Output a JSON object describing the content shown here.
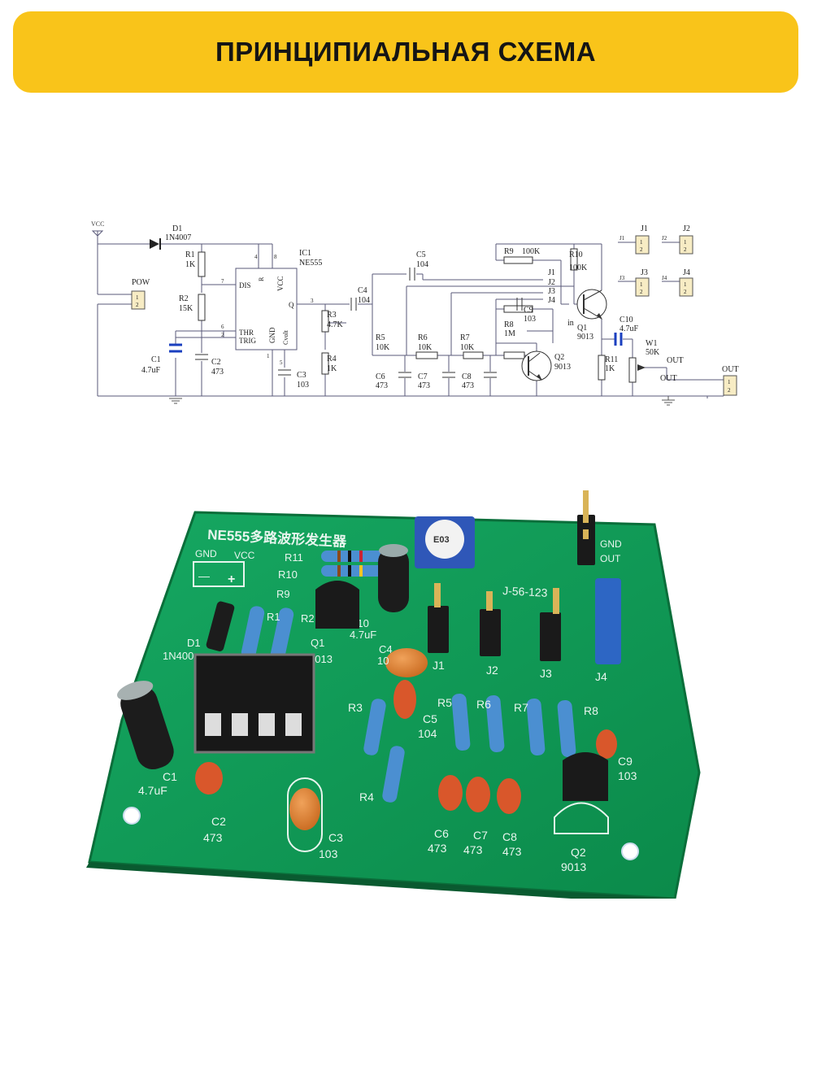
{
  "banner": {
    "title": "ПРИНЦИПИАЛЬНАЯ СХЕМА",
    "background": "#f9c41a"
  },
  "schematic": {
    "vcc": "VCC",
    "d1": {
      "ref": "D1",
      "value": "1N4007"
    },
    "pow": "POW",
    "r1": {
      "ref": "R1",
      "value": "1K"
    },
    "r2": {
      "ref": "R2",
      "value": "15K"
    },
    "c1": {
      "ref": "C1",
      "value": "4.7uF"
    },
    "c2": {
      "ref": "C2",
      "value": "473"
    },
    "ic1": {
      "ref": "IC1",
      "value": "NE555",
      "pins": {
        "dis": "DIS",
        "vcc": "VCC",
        "q": "Q",
        "thr": "THR",
        "trig": "TRIG",
        "gnd": "GND",
        "cvolt": "Cvolt",
        "r": "R"
      },
      "pin_numbers": {
        "p4": "4",
        "p8": "8",
        "p7": "7",
        "p3": "3",
        "p6": "6",
        "p2": "2",
        "p1": "1",
        "p5": "5"
      }
    },
    "c3": {
      "ref": "C3",
      "value": "103"
    },
    "r3": {
      "ref": "R3",
      "value": "4.7K"
    },
    "r4": {
      "ref": "R4",
      "value": "1K"
    },
    "c4": {
      "ref": "C4",
      "value": "104"
    },
    "c5": {
      "ref": "C5",
      "value": "104"
    },
    "r5": {
      "ref": "R5",
      "value": "10K"
    },
    "r6": {
      "ref": "R6",
      "value": "10K"
    },
    "r7": {
      "ref": "R7",
      "value": "10K"
    },
    "c6": {
      "ref": "C6",
      "value": "473"
    },
    "c7": {
      "ref": "C7",
      "value": "473"
    },
    "c8": {
      "ref": "C8",
      "value": "473"
    },
    "r9": {
      "ref": "R9",
      "value": "100K"
    },
    "r10": {
      "ref": "R10",
      "value": "100K"
    },
    "r8": {
      "ref": "R8",
      "value": "1M"
    },
    "c9": {
      "ref": "C9",
      "value": "103"
    },
    "q1": {
      "ref": "Q1",
      "value": "9013"
    },
    "q2": {
      "ref": "Q2",
      "value": "9013"
    },
    "c10": {
      "ref": "C10",
      "value": "4.7uF"
    },
    "r11": {
      "ref": "R11",
      "value": "1K"
    },
    "w1": {
      "ref": "W1",
      "value": "50K"
    },
    "jp": {
      "j1": "J1",
      "j2": "J2",
      "j3": "J3",
      "j4": "J4"
    },
    "in": "in",
    "out": "OUT",
    "pin1": "1",
    "pin2": "2"
  },
  "pcb": {
    "title": "NE555多路波形发生器",
    "gnd": "GND",
    "vcc": "VCC",
    "minus": "—",
    "plus": "+",
    "gnd_out_top": "GND",
    "gnd_out_bottom": "OUT",
    "r11": "R11",
    "r10": "R10",
    "r9": "R9",
    "r1": "R1",
    "r2": "R2",
    "d1": "D1",
    "d1_value": "1N400",
    "q1": "Q1",
    "q1_value": "9013",
    "c10": "C10",
    "c10_value": "4.7uF",
    "c4": "C4",
    "c4_value": "10",
    "code": "J-56-123",
    "j1": "J1",
    "j2": "J2",
    "j3": "J3",
    "j4": "J4",
    "r3": "R3",
    "r4": "R4",
    "r5": "R5",
    "r6": "R6",
    "r7": "R7",
    "r8": "R8",
    "c5": "C5",
    "c5_value": "104",
    "c9": "C9",
    "c9_value": "103",
    "c1": "C1",
    "c1_value": "4.7uF",
    "c2": "C2",
    "c2_value": "473",
    "c3": "C3",
    "c3_value": "103",
    "c6": "C6",
    "c6_value": "473",
    "c7": "C7",
    "c7_value": "473",
    "c8": "C8",
    "c8_value": "473",
    "q2": "Q2",
    "q2_value": "9013",
    "trimmer_mark": "E03",
    "board_color": "#0f9a55"
  }
}
